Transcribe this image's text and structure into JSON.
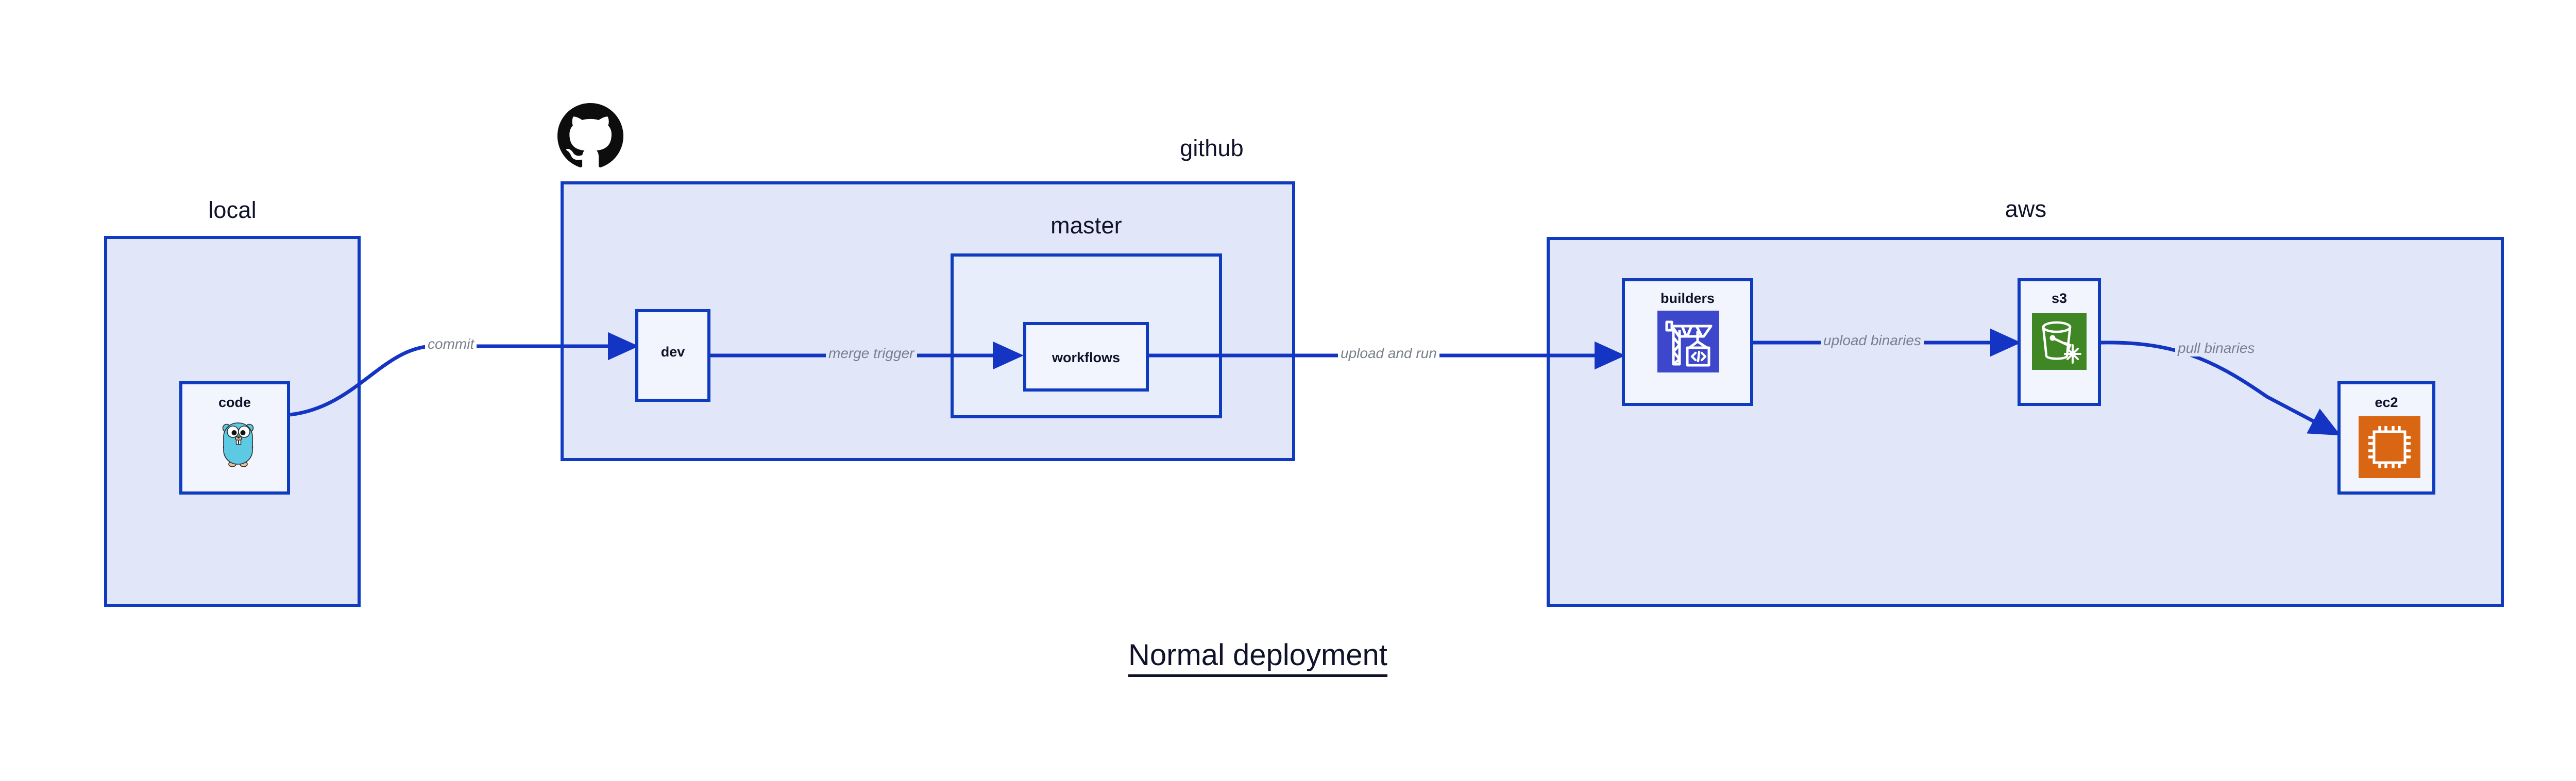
{
  "diagram": {
    "title": "Normal deployment",
    "groups": [
      {
        "id": "local",
        "label": "local"
      },
      {
        "id": "github",
        "label": "github"
      },
      {
        "id": "master",
        "label": "master"
      },
      {
        "id": "aws",
        "label": "aws"
      }
    ],
    "nodes": [
      {
        "id": "code",
        "label": "code",
        "icon": "go-gopher-icon"
      },
      {
        "id": "dev",
        "label": "dev",
        "icon": "none"
      },
      {
        "id": "workflows",
        "label": "workflows",
        "icon": "none"
      },
      {
        "id": "builders",
        "label": "builders",
        "icon": "aws-codebuild-icon"
      },
      {
        "id": "s3",
        "label": "s3",
        "icon": "aws-s3-bucket-icon"
      },
      {
        "id": "ec2",
        "label": "ec2",
        "icon": "aws-ec2-chip-icon"
      }
    ],
    "edges": [
      {
        "id": "commit",
        "label": "commit",
        "from": "code",
        "to": "dev"
      },
      {
        "id": "merge-trigger",
        "label": "merge trigger",
        "from": "dev",
        "to": "workflows"
      },
      {
        "id": "upload-and-run",
        "label": "upload and run",
        "from": "workflows",
        "to": "builders"
      },
      {
        "id": "upload-binaries",
        "label": "upload binaries",
        "from": "builders",
        "to": "s3"
      },
      {
        "id": "pull-binaries",
        "label": "pull binaries",
        "from": "s3",
        "to": "ec2"
      }
    ],
    "logos": [
      {
        "id": "github-logo",
        "name": "github-octocat-icon"
      }
    ],
    "colors": {
      "group_fill": "#e1e7f8",
      "master_fill": "#e8edfc",
      "node_fill": "#f2f5fd",
      "border": "#0f3bc0",
      "arrow": "#1434c4",
      "text": "#0f1228",
      "edge_text": "#7a7f8c",
      "codebuild": "#3c47cc",
      "s3": "#3f8624",
      "ec2": "#d86613",
      "gopher": "#5dc9e2"
    }
  }
}
